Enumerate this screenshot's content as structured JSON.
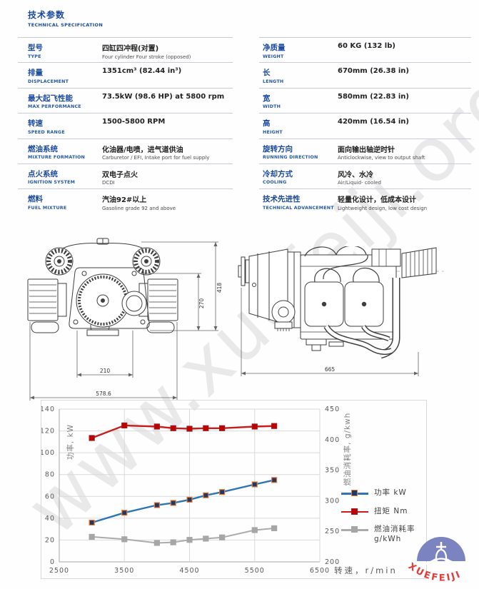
{
  "page": {
    "watermark": "www.xuefeiji.org"
  },
  "header": {
    "title_zh": "技术参数",
    "title_en": "TECHNICAL SPECIFICATION"
  },
  "specs": {
    "left": [
      {
        "label_zh": "型号",
        "label_en": "TYPE",
        "value": "四缸四冲程(对置)",
        "value_sub": "Four cylinder Four stroke (opposed)"
      },
      {
        "label_zh": "排量",
        "label_en": "DISPLACEMENT",
        "value": "1351cm³ (82.44 in³)",
        "value_sub": ""
      },
      {
        "label_zh": "最大起飞性能",
        "label_en": "MAX PERFORMANCE",
        "value": "73.5kW (98.6 HP) at 5800 rpm",
        "value_sub": ""
      },
      {
        "label_zh": "转速",
        "label_en": "SPEED RANGE",
        "value": "1500-5800 RPM",
        "value_sub": ""
      },
      {
        "label_zh": "燃油系统",
        "label_en": "MIXTURE FORMATION",
        "value": "化油器/电喷，进气道供油",
        "value_sub": "Carburetor / EFI, Intake port for fuel supply"
      },
      {
        "label_zh": "点火系统",
        "label_en": "IGNITION SYSTEM",
        "value": "双电子点火",
        "value_sub": "DCDI"
      },
      {
        "label_zh": "燃料",
        "label_en": "FUEL MIXTURE",
        "value": "汽油92#以上",
        "value_sub": "Gasoline grade 92 and above"
      }
    ],
    "right": [
      {
        "label_zh": "净质量",
        "label_en": "WEIGHT",
        "value": "60 KG (132 lb)",
        "value_sub": ""
      },
      {
        "label_zh": "长",
        "label_en": "LENGTH",
        "value": "670mm (26.38 in)",
        "value_sub": ""
      },
      {
        "label_zh": "宽",
        "label_en": "WIDTH",
        "value": "580mm (22.83 in)",
        "value_sub": ""
      },
      {
        "label_zh": "高",
        "label_en": "HEIGHT",
        "value": "420mm (16.54 in)",
        "value_sub": ""
      },
      {
        "label_zh": "旋转方向",
        "label_en": "RUNNING DIRECTION",
        "value": "面向输出轴逆时针",
        "value_sub": "Anticlockwise, view to output shaft"
      },
      {
        "label_zh": "冷却方式",
        "label_en": "COOLING",
        "value": "风冷、水冷",
        "value_sub": "Air/Liquid- cooled"
      },
      {
        "label_zh": "技术先进性",
        "label_en": "TECHNICAL ADVANCEMENT",
        "value": "轻量化设计，低成本设计",
        "value_sub": "Lightweight design, low cost design"
      }
    ]
  },
  "drawings": {
    "front_view": {
      "dims": {
        "overall_height": "418",
        "mount_height": "270",
        "mount_width": "210",
        "overall_width": "578.6"
      }
    },
    "side_view": {
      "dims": {
        "overall_length": "665"
      }
    }
  },
  "chart_data": {
    "type": "line",
    "x": [
      3000,
      3500,
      4000,
      4250,
      4500,
      4750,
      5000,
      5500,
      5800
    ],
    "series": [
      {
        "name": "功率 kW",
        "axis": "left",
        "color": "#2e75b6",
        "marker_fill": "#1f3864",
        "marker_stroke": "#ed7d31",
        "values": [
          36,
          45,
          52,
          54,
          57,
          61,
          64,
          71,
          75
        ]
      },
      {
        "name": "扭矩 Nm",
        "axis": "left",
        "color": "#c81d1d",
        "marker_fill": "#c00000",
        "marker_stroke": "#9e1b1b",
        "values": [
          113.5,
          125,
          124,
          122.5,
          122,
          122.5,
          122.5,
          124,
          124.5
        ]
      },
      {
        "name": "燃油消耗率 g/kWh",
        "axis": "right",
        "color": "#ababab",
        "marker_fill": "#a6a6a6",
        "marker_stroke": "#a6a6a6",
        "values": [
          241,
          237,
          231,
          232,
          236,
          238,
          240,
          252,
          255
        ]
      }
    ],
    "left_axis": {
      "label": "功率, kW",
      "min": 0,
      "max": 140,
      "ticks": [
        0,
        20,
        40,
        60,
        80,
        100,
        120,
        140
      ]
    },
    "right_axis": {
      "label": "燃油消耗率, g/kwh",
      "min": 200,
      "max": 450,
      "ticks": [
        200,
        250,
        300,
        350,
        400,
        450
      ]
    },
    "x_axis": {
      "label": "转速，r/min",
      "min": 2500,
      "max": 6500,
      "ticks": [
        2500,
        3500,
        4500,
        5500,
        6500
      ]
    },
    "grid": true,
    "legend_position": "right"
  },
  "logo": {
    "text": "XUEFEIJI"
  }
}
